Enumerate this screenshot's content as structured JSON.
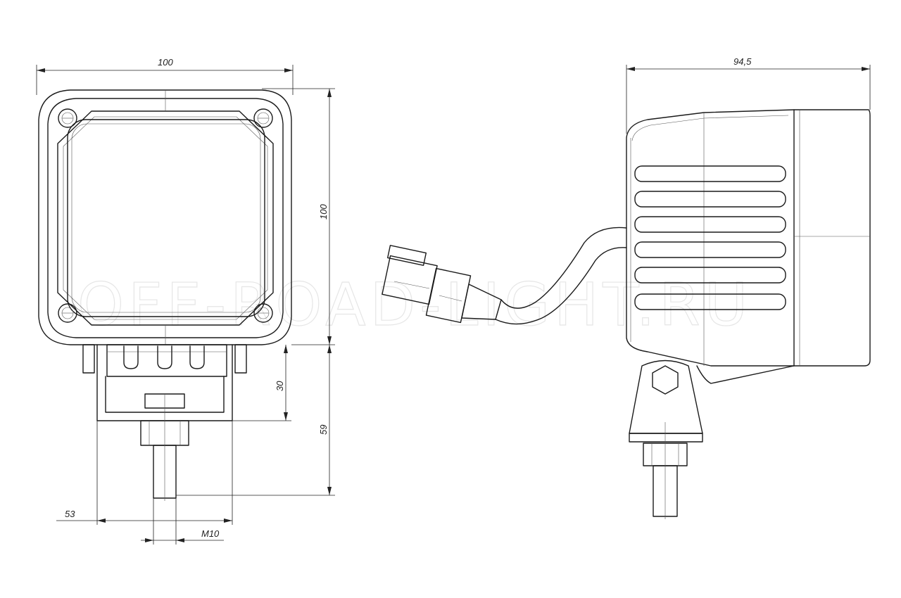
{
  "watermark": "OFF-ROAD-LIGHT.RU",
  "front_view": {
    "width_label": "100",
    "height_label": "100",
    "bracket_height_label": "30",
    "total_bracket_label": "59",
    "bracket_width_label": "53",
    "bolt_label": "M10"
  },
  "side_view": {
    "depth_label": "94,5"
  },
  "colors": {
    "line": "#1a1a1a",
    "dimension": "#222222",
    "background": "#ffffff"
  }
}
